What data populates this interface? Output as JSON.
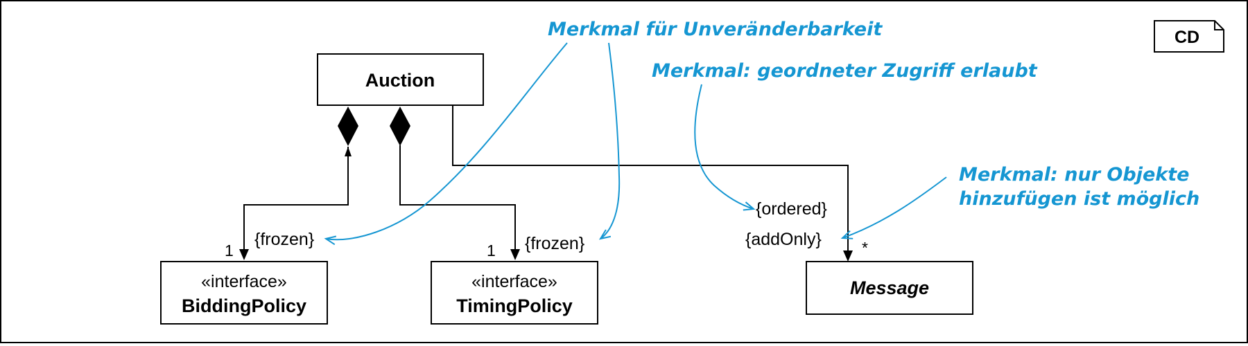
{
  "diagram_tag": "CD",
  "classes": {
    "auction": {
      "name": "Auction"
    },
    "bidding_policy": {
      "stereotype": "«interface»",
      "name": "BiddingPolicy"
    },
    "timing_policy": {
      "stereotype": "«interface»",
      "name": "TimingPolicy"
    },
    "message": {
      "name": "Message"
    }
  },
  "associations": {
    "bidding": {
      "multiplicity": "1",
      "constraint": "{frozen}"
    },
    "timing": {
      "multiplicity": "1",
      "constraint": "{frozen}"
    },
    "messages": {
      "multiplicity": "*",
      "constraint_ordered": "{ordered}",
      "constraint_addonly": "{addOnly}"
    }
  },
  "annotations": {
    "frozen": "Merkmal für Unveränderbarkeit",
    "ordered": "Merkmal: geordneter Zugriff erlaubt",
    "addonly_line1": "Merkmal: nur Objekte",
    "addonly_line2": "hinzufügen ist möglich"
  },
  "colors": {
    "annotation": "#1596d2",
    "line": "#000000"
  }
}
